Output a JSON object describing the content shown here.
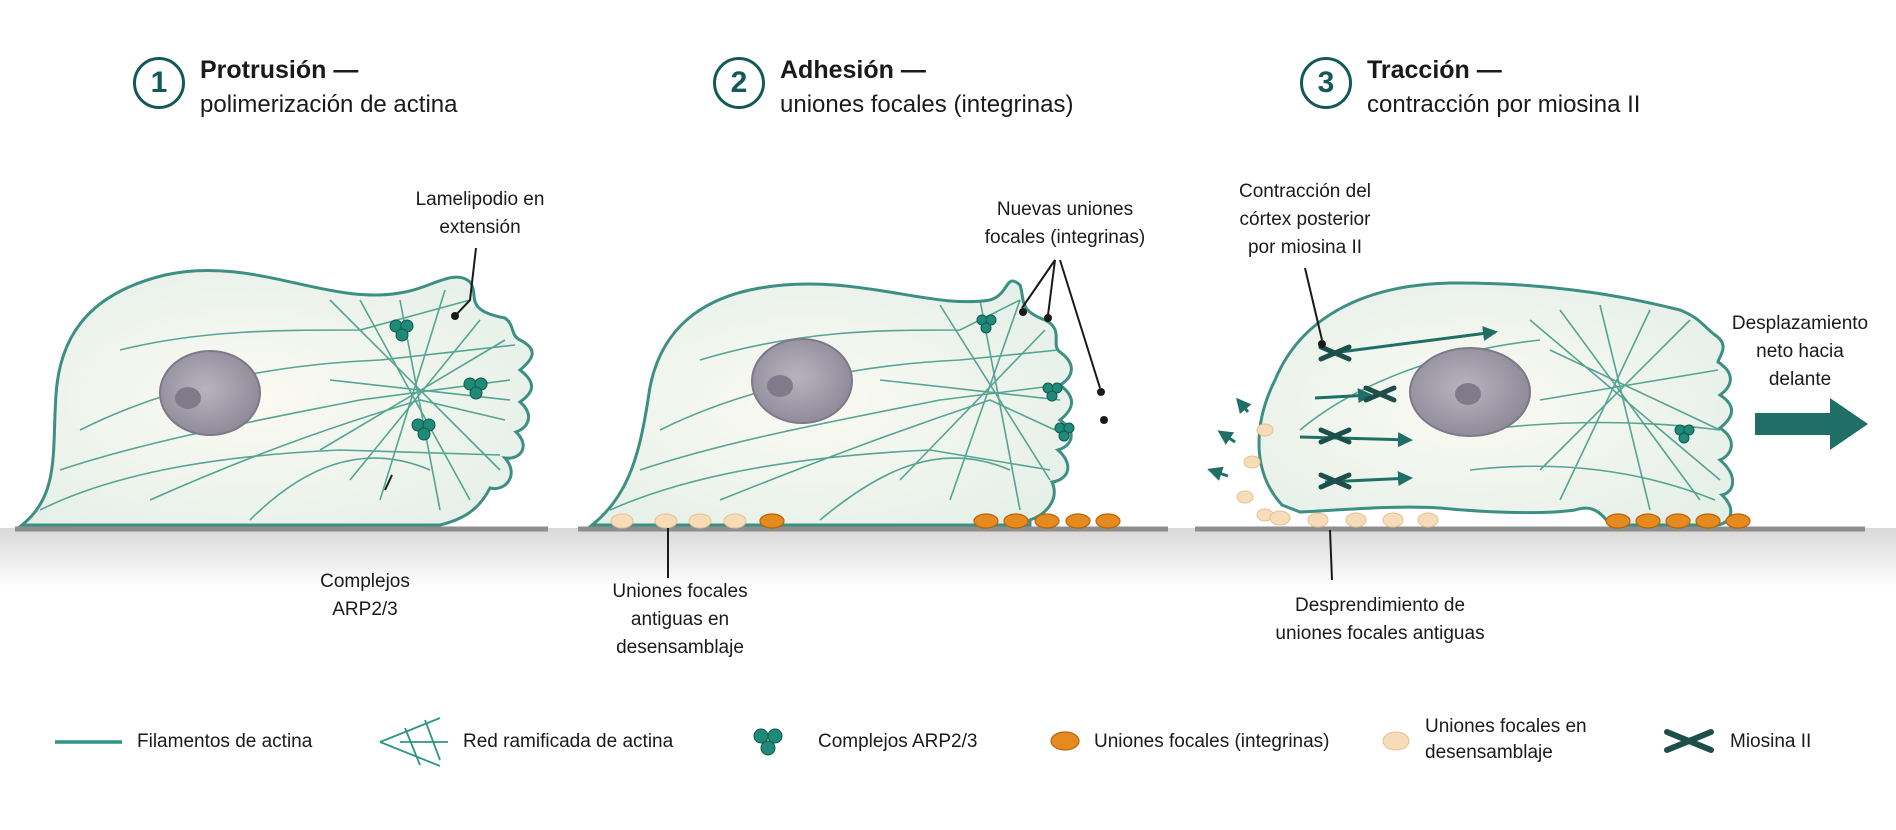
{
  "steps": [
    {
      "number": "1",
      "title": "Protrusión —",
      "subtitle": "polimerización de actina"
    },
    {
      "number": "2",
      "title": "Adhesión —",
      "subtitle": "uniones focales (integrinas)"
    },
    {
      "number": "3",
      "title": "Tracción —",
      "subtitle": "contracción por miosina II"
    }
  ],
  "callouts": {
    "lamellipodium": "Lamelipodio en\nextensión",
    "arp_complexes": "Complejos\nARP2/3",
    "new_adhesions": "Nuevas uniones\nfocales (integrinas)",
    "old_adhesions": "Uniones focales\nantiguas en\ndesensamblaje",
    "rear_contraction": "Contracción del\ncórtex posterior\npor miosina II",
    "detachment": "Desprendimiento de\nuniones focales antiguas",
    "net_movement": "Desplazamiento\nneto hacia\ndelante"
  },
  "legend": [
    {
      "icon": "actin-filament-icon",
      "label": "Filamentos de actina"
    },
    {
      "icon": "branched-actin-icon",
      "label": "Red ramificada de actina"
    },
    {
      "icon": "arp23-complex-icon",
      "label": "Complejos ARP2/3"
    },
    {
      "icon": "focal-adhesion-icon",
      "label": "Uniones focales (integrinas)"
    },
    {
      "icon": "disassembling-adhesion-icon",
      "label": "Uniones focales en\ndesensamblaje"
    },
    {
      "icon": "myosin-icon",
      "label": "Miosina II"
    }
  ],
  "colors": {
    "teal": "#14585a",
    "actin": "#2f9585",
    "cell_fill": "#eef4ee",
    "nucleus": "#9b97a3",
    "adhesion": "#e58a1f",
    "old_adhesion": "#f6dcb8"
  }
}
